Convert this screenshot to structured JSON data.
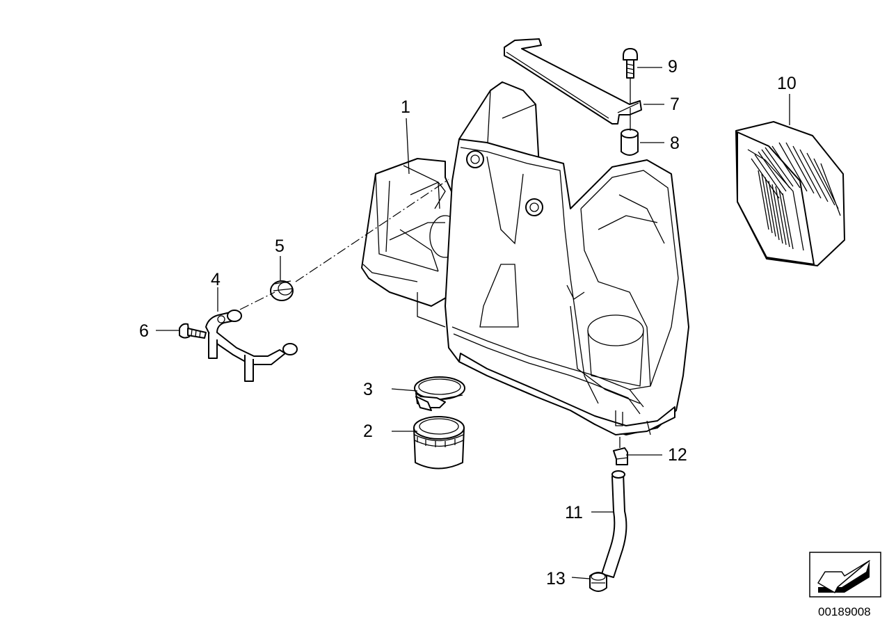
{
  "callouts": {
    "c1": "1",
    "c2": "2",
    "c3": "3",
    "c4": "4",
    "c5": "5",
    "c6": "6",
    "c7": "7",
    "c8": "8",
    "c9": "9",
    "c10": "10",
    "c11": "11",
    "c12": "12",
    "c13": "13"
  },
  "document_number": "00189008",
  "icons": {
    "orientation": "arrow-icon"
  }
}
